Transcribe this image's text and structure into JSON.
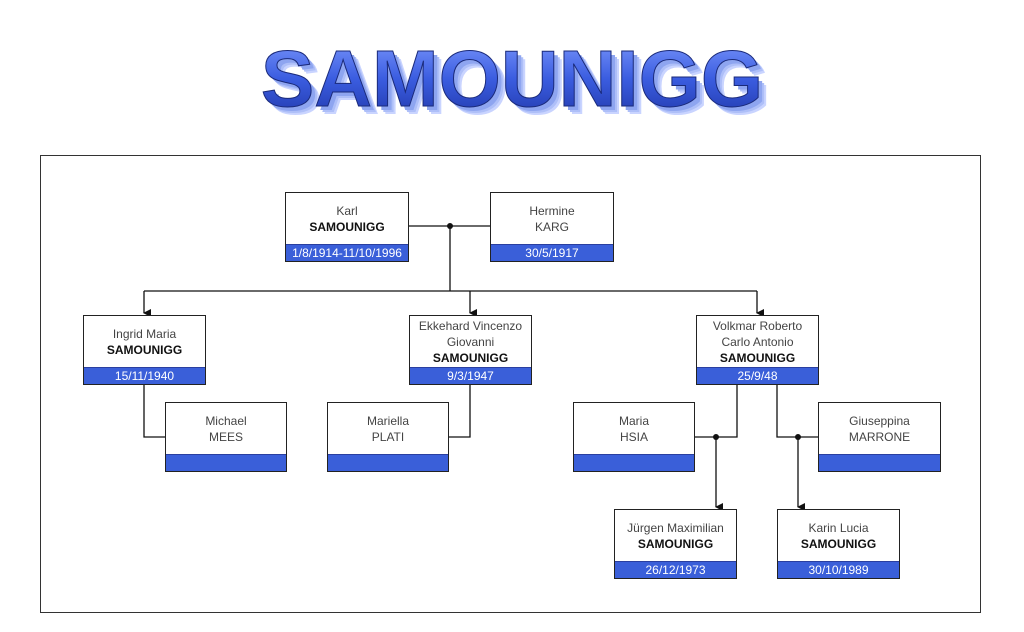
{
  "title": "SAMOUNIGG",
  "colors": {
    "accent": "#3a5fd9",
    "title_front": "#3b5de0",
    "title_side": "#9fb4ff"
  },
  "people": {
    "karl": {
      "first": "Karl",
      "last": "SAMOUNIGG",
      "dates": "1/8/1914-11/10/1996"
    },
    "hermine": {
      "first": "Hermine",
      "last": "KARG",
      "dates": "30/5/1917"
    },
    "ingrid": {
      "first": "Ingrid Maria",
      "last": "SAMOUNIGG",
      "dates": "15/11/1940"
    },
    "michael": {
      "first": "Michael",
      "last": "MEES",
      "dates": ""
    },
    "ekkehard": {
      "first": "Ekkehard Vincenzo",
      "middle": "Giovanni",
      "last": "SAMOUNIGG",
      "dates": "9/3/1947"
    },
    "mariella": {
      "first": "Mariella",
      "last": "PLATI",
      "dates": ""
    },
    "volkmar": {
      "first": "Volkmar Roberto",
      "middle": "Carlo Antonio",
      "last": "SAMOUNIGG",
      "dates": "25/9/48"
    },
    "maria": {
      "first": "Maria",
      "last": "HSIA",
      "dates": ""
    },
    "giuseppina": {
      "first": "Giuseppina",
      "last": "MARRONE",
      "dates": ""
    },
    "jurgen": {
      "first": "Jürgen Maximilian",
      "last": "SAMOUNIGG",
      "dates": "26/12/1973"
    },
    "karin": {
      "first": "Karin Lucia",
      "last": "SAMOUNIGG",
      "dates": "30/10/1989"
    }
  }
}
